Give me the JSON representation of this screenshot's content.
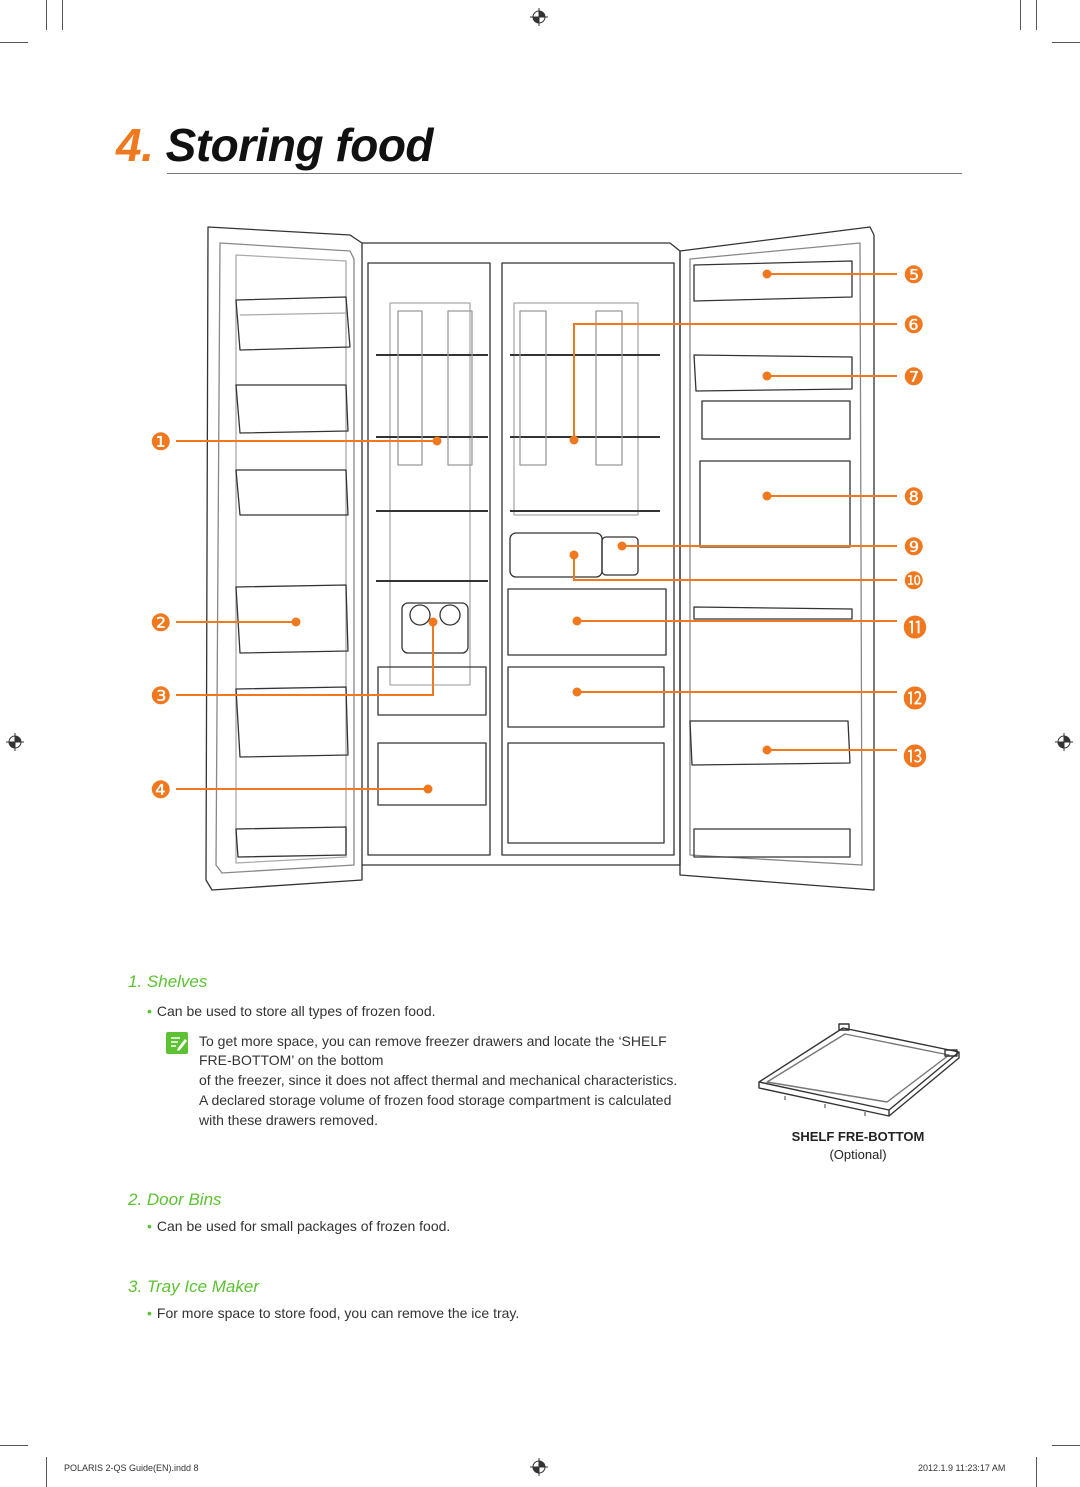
{
  "page": {
    "title_num": "4.",
    "title_text": "Storing food"
  },
  "callouts": [
    "❶",
    "❷",
    "❸",
    "❹",
    "❺",
    "❻",
    "❼",
    "❽",
    "❾",
    "❿",
    "⓫",
    "⓬",
    "⓭"
  ],
  "sections": [
    {
      "heading": "1. Shelves",
      "bullet": "Can be used to store all types of frozen food.",
      "note_line1": "To get more space, you can remove freezer drawers and locate the ‘SHELF",
      "note_line2": "FRE-BOTTOM’ on the bottom",
      "note_line3": "of the freezer, since it does not affect thermal and mechanical characteristics.",
      "note_line4": "A declared storage volume of frozen food storage compartment is calculated",
      "note_line5": "with these drawers removed."
    },
    {
      "heading": "2. Door Bins",
      "bullet": "Can be used for small packages of frozen food."
    },
    {
      "heading": "3. Tray Ice Maker",
      "bullet": "For more space to store food, you can remove the ice tray."
    }
  ],
  "shelf_caption": {
    "name": "SHELF FRE-BOTTOM",
    "sub": "(Optional)"
  },
  "footer": {
    "file": "POLARIS 2-QS Guide(EN).indd   8",
    "date": "2012.1.9   11:23:17 AM"
  },
  "colors": {
    "accent_orange": "#f0781e",
    "heading_green": "#5cc233"
  }
}
